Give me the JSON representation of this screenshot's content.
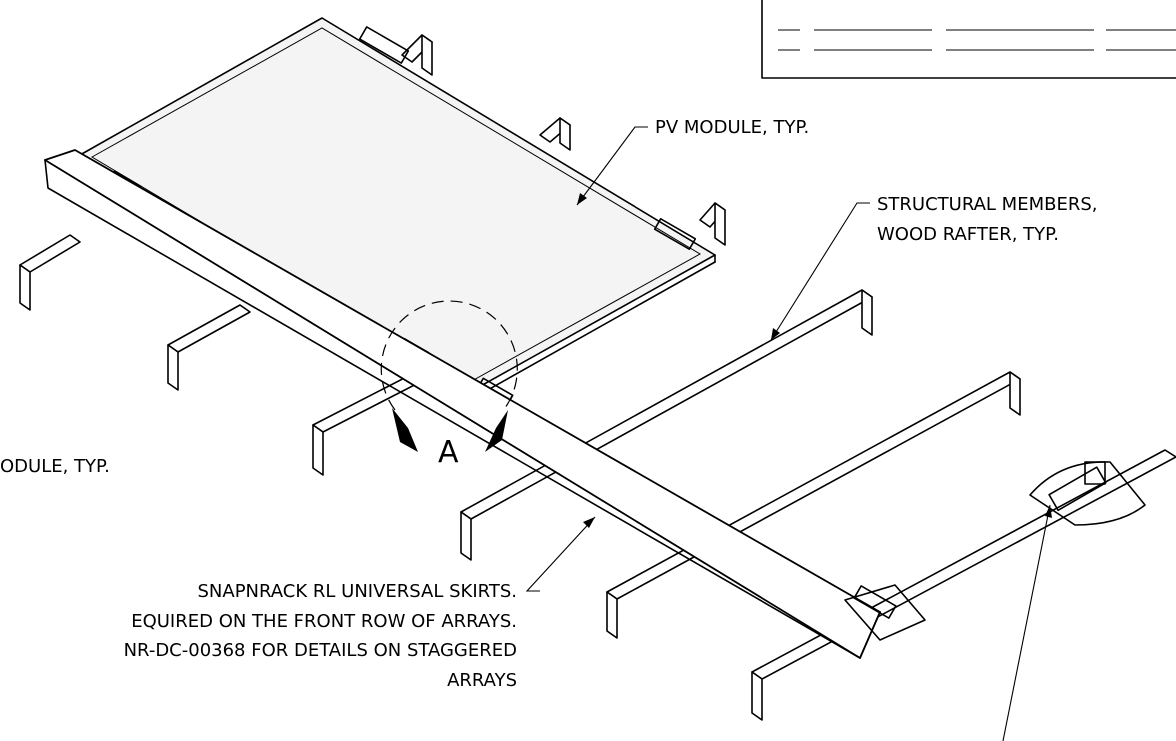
{
  "callouts": {
    "pv_module_right": "PV MODULE, TYP.",
    "structural_line1": "STRUCTURAL MEMBERS,",
    "structural_line2": "WOOD RAFTER, TYP.",
    "pv_module_left_cropped": "ODULE, TYP.",
    "skirts_line1": "SNAPNRACK RL UNIVERSAL SKIRTS.",
    "skirts_line2": "EQUIRED ON THE FRONT ROW OF ARRAYS.",
    "skirts_line3": "NR-DC-00368 FOR DETAILS ON STAGGERED",
    "skirts_line4": "ARRAYS"
  },
  "detail": {
    "view_label": "A"
  }
}
